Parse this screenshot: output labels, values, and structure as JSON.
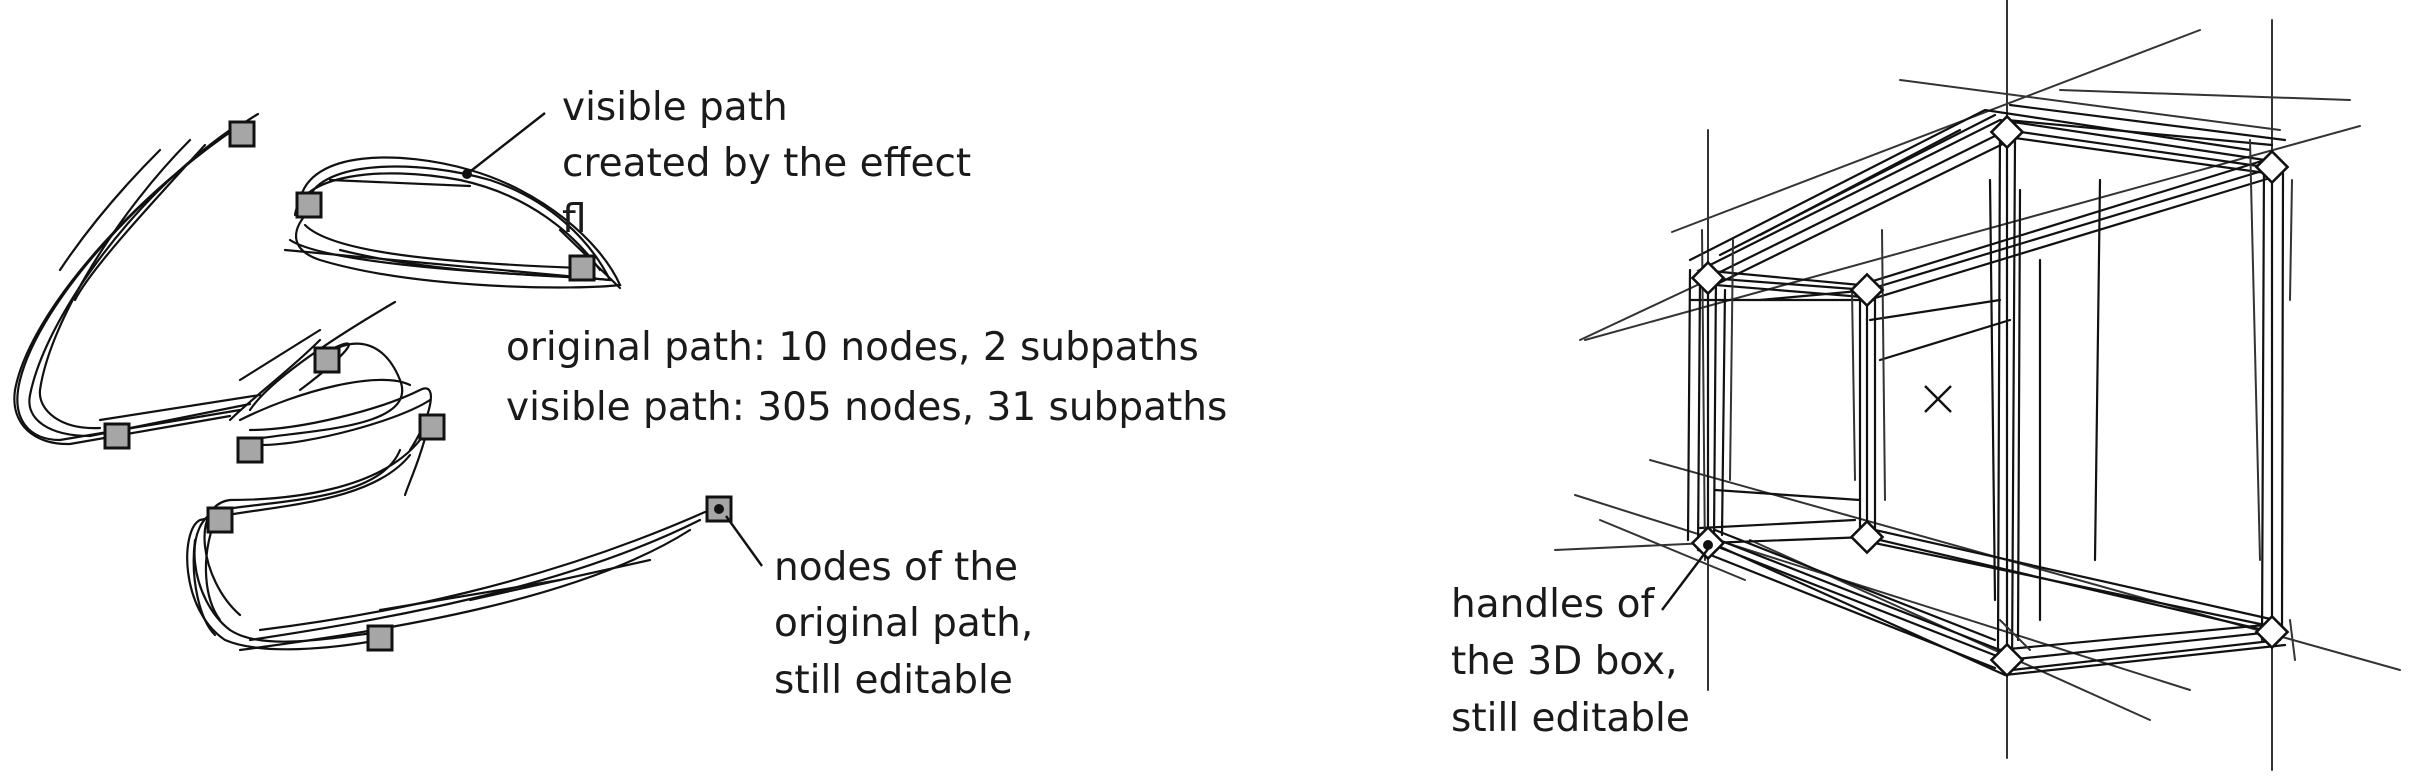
{
  "left_figure": {
    "annotations": {
      "visible_path": [
        "visible path",
        "created by the effect",
        "fl"
      ],
      "stats": [
        "original path: 10 nodes, 2 subpaths",
        "visible path: 305 nodes, 31 subpaths"
      ],
      "original_nodes": [
        "nodes of the",
        "original path,",
        "still editable"
      ]
    }
  },
  "right_figure": {
    "annotations": {
      "handles": [
        "handles of",
        "the 3D box,",
        "still editable"
      ]
    }
  },
  "colors": {
    "stroke": "#111111",
    "node_fill": "#a6a6a6",
    "handle_fill": "#ffffff",
    "background": "#ffffff"
  }
}
